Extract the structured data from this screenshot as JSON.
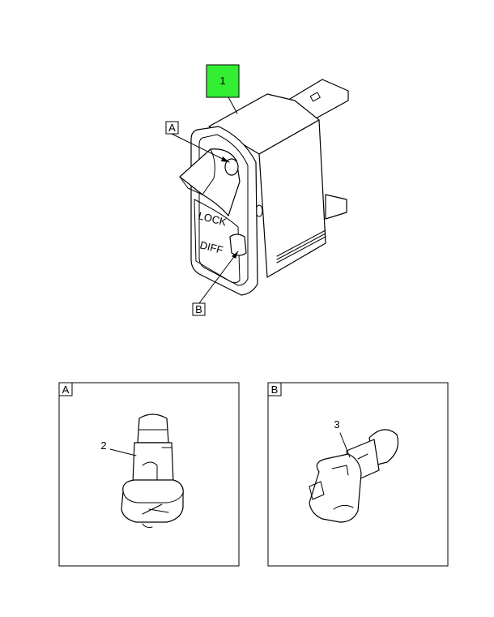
{
  "callouts": {
    "item_1": "1",
    "item_2": "2",
    "item_3": "3",
    "ref_a": "A",
    "ref_b": "B"
  },
  "switch_face": {
    "upper_text": "LOCK",
    "lower_text": "DIFF"
  },
  "detail_panels": {
    "a_tag": "A",
    "b_tag": "B"
  },
  "colors": {
    "highlight": "#33ee33",
    "line": "#000000",
    "background": "#ffffff"
  }
}
